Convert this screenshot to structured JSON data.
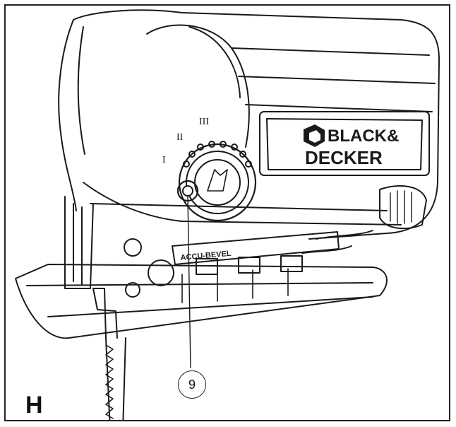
{
  "figure": {
    "letter": "H",
    "callout_number": "9"
  },
  "tool": {
    "brand_line1": "BLACK&",
    "brand_line2": "DECKER",
    "bevel_label": "ACCU-BEVEL",
    "speed_marks": [
      "I",
      "II",
      "III"
    ]
  },
  "icons": {
    "speed-dial": "orbital-selector-dial-icon",
    "brand-logo": "black-decker-hexagon-icon"
  }
}
